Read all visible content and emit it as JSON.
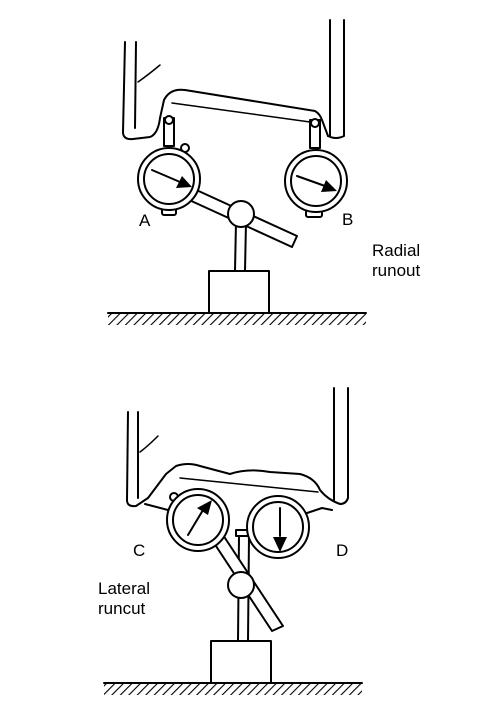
{
  "diagram": {
    "top": {
      "label_a": "A",
      "label_b": "B",
      "caption_line1": "Radial",
      "caption_line2": "runout"
    },
    "bottom": {
      "label_c": "C",
      "label_d": "D",
      "caption_line1": "Lateral",
      "caption_line2": "runcut"
    }
  }
}
